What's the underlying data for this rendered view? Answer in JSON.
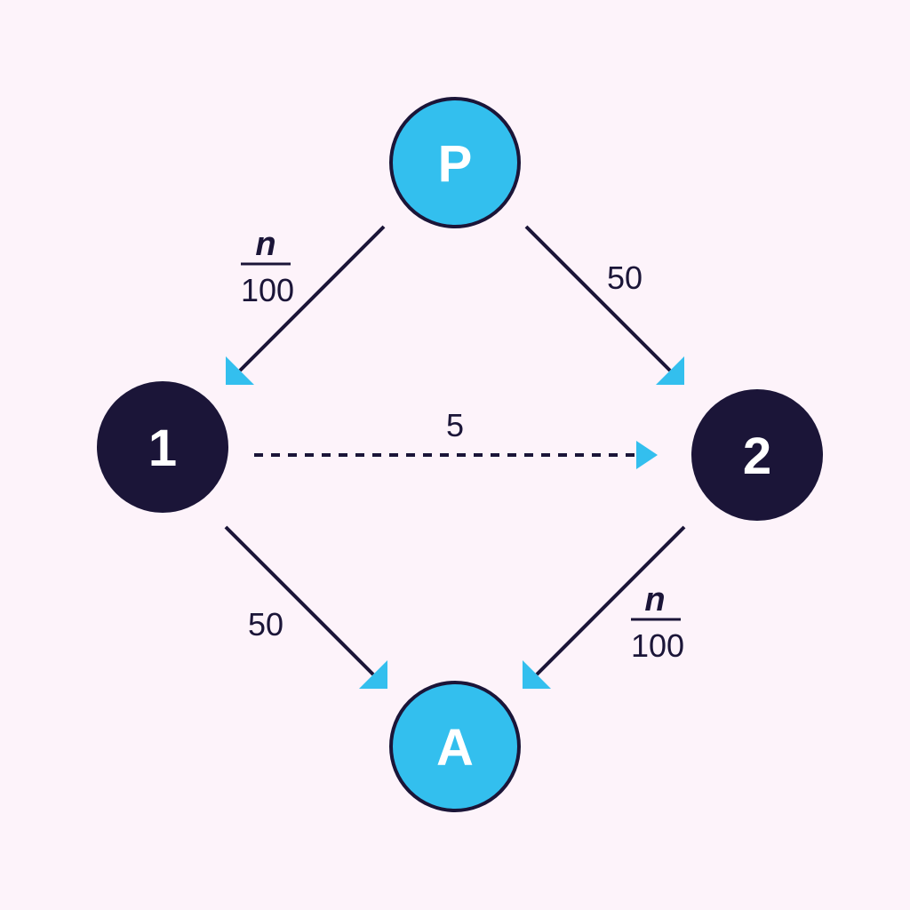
{
  "colors": {
    "background": "#fdf3fa",
    "dark": "#1b1538",
    "accent": "#33bfee",
    "node_text": "#ffffff"
  },
  "nodes": {
    "p": {
      "label": "P"
    },
    "one": {
      "label": "1"
    },
    "two": {
      "label": "2"
    },
    "a": {
      "label": "A"
    }
  },
  "edges": {
    "p_to_1": {
      "numerator": "n",
      "denominator": "100"
    },
    "p_to_2": {
      "label": "50"
    },
    "one_to_2": {
      "label": "5"
    },
    "one_to_a": {
      "label": "50"
    },
    "two_to_a": {
      "numerator": "n",
      "denominator": "100"
    }
  }
}
